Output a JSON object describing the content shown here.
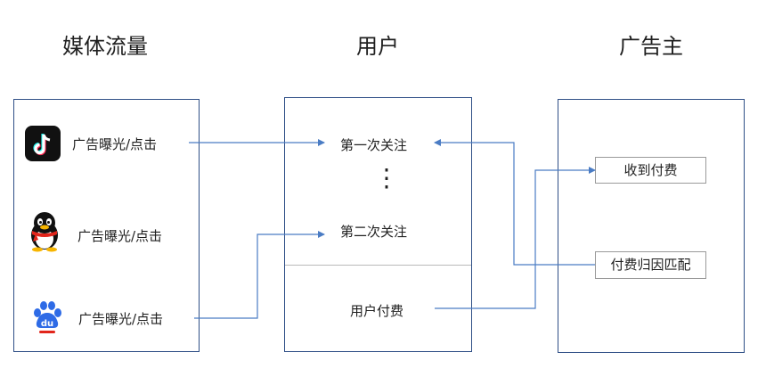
{
  "headings": {
    "media": "媒体流量",
    "user": "用户",
    "advertiser": "广告主"
  },
  "media_items": [
    {
      "icon": "douyin-icon",
      "label": "广告曝光/点击"
    },
    {
      "icon": "qq-penguin-icon",
      "label": "广告曝光/点击"
    },
    {
      "icon": "baidu-paw-icon",
      "label": "广告曝光/点击"
    }
  ],
  "user_panel": {
    "first_follow": "第一次关注",
    "ellipsis": "⋮",
    "second_follow": "第二次关注",
    "payment": "用户付费"
  },
  "advertiser_panel": {
    "receive_payment": "收到付费",
    "attribution": "付费归因匹配"
  },
  "colors": {
    "line": "#4a7cc4",
    "panel_border": "#2f4f86"
  }
}
